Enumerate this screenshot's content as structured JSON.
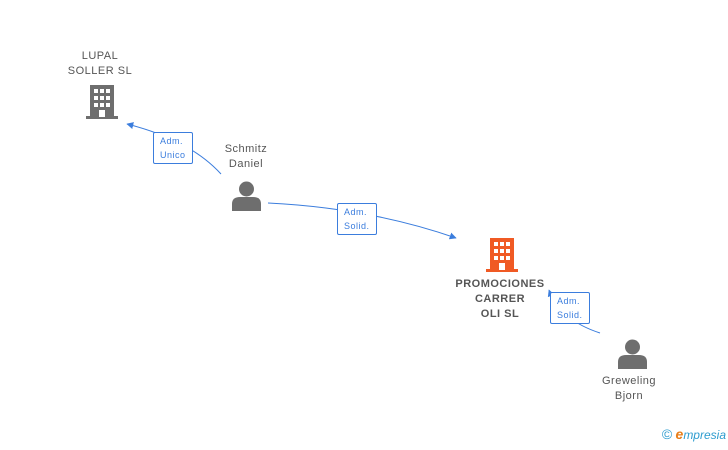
{
  "nodes": {
    "lupal": {
      "line1": "LUPAL",
      "line2": "SOLLER SL",
      "icon": "building-icon",
      "color": "#6e6e6e"
    },
    "schmitz": {
      "line1": "Schmitz",
      "line2": "Daniel",
      "icon": "person-icon",
      "color": "#6e6e6e"
    },
    "promociones": {
      "line1": "PROMOCIONES",
      "line2": "CARRER",
      "line3": "OLI SL",
      "icon": "building-icon",
      "color": "#f05a24"
    },
    "greweling": {
      "line1": "Greweling",
      "line2": "Bjorn",
      "icon": "person-icon",
      "color": "#6e6e6e"
    }
  },
  "edges": {
    "schmitz_lupal": {
      "line1": "Adm.",
      "line2": "Unico"
    },
    "schmitz_promociones": {
      "line1": "Adm.",
      "line2": "Solid."
    },
    "greweling_promociones": {
      "line1": "Adm.",
      "line2": "Solid."
    }
  },
  "colors": {
    "edge": "#3b7ddd",
    "node": "#6e6e6e",
    "accent": "#f05a24"
  },
  "brand": {
    "copyright": "©",
    "e": "e",
    "name": "mpresia"
  }
}
